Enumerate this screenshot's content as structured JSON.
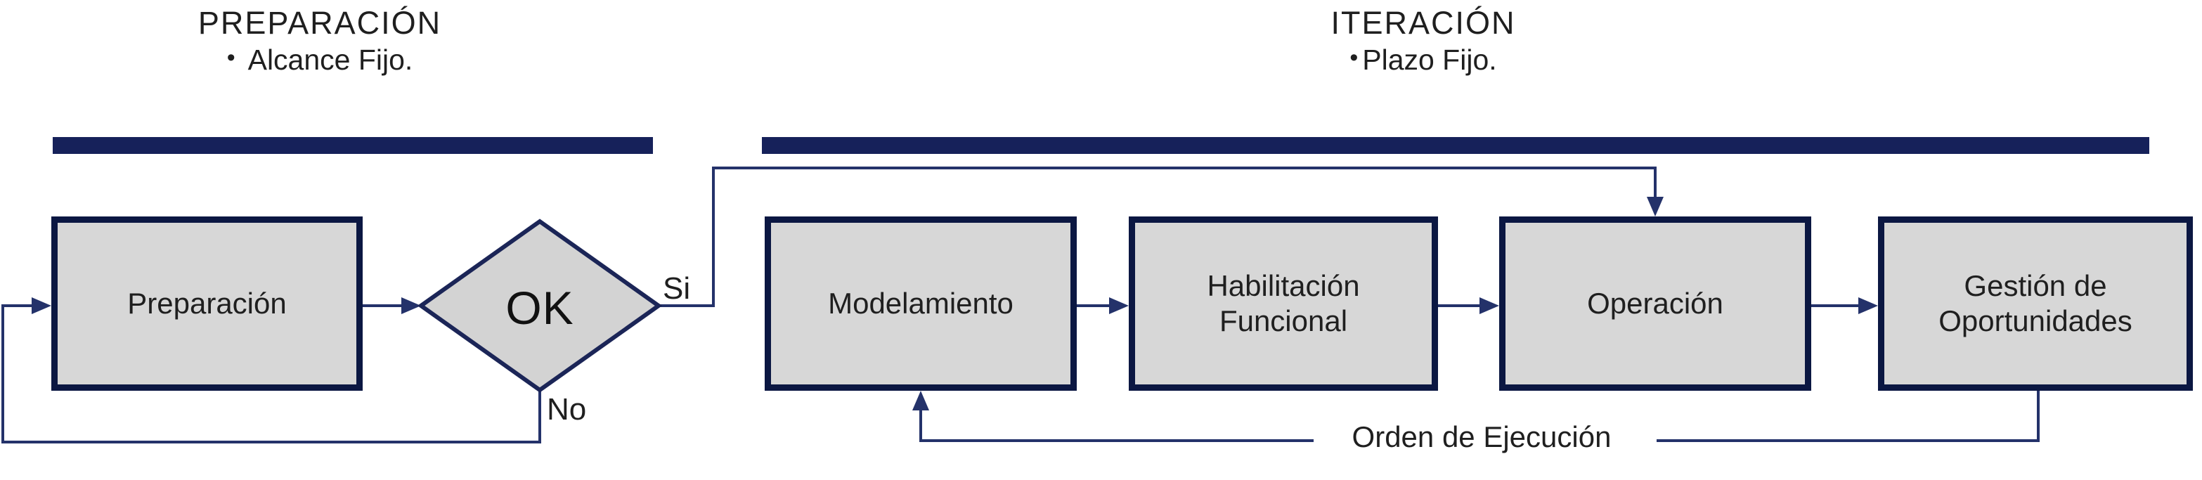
{
  "diagram": {
    "kind": "flowchart",
    "sections": [
      {
        "title": "PREPARACIÓN",
        "bullet_text": "Alcance Fijo."
      },
      {
        "title": "ITERACIÓN",
        "bullet_text": "Plazo Fijo."
      }
    ],
    "nodes": [
      {
        "id": "preparacion",
        "label": "Preparación"
      },
      {
        "id": "modelamiento",
        "label": "Modelamiento"
      },
      {
        "id": "habilitacion",
        "label": "Habilitación Funcional"
      },
      {
        "id": "operacion",
        "label": "Operación"
      },
      {
        "id": "gestion",
        "label": "Gestión de Oportunidades"
      }
    ],
    "decision": {
      "label": "OK",
      "yes_label": "Si",
      "no_label": "No"
    },
    "feedback_label": "Orden de Ejecución",
    "glyphs": {
      "bullet": "•"
    },
    "colors": {
      "bar_navy": "#16215A",
      "box_border_navy": "#0B1742",
      "diamond_border_navy": "#1B2557",
      "connector_navy": "#24326A",
      "box_fill_gray": "#D7D7D7",
      "diamond_fill_gray": "#D3D3D3",
      "text": "#1F1F1F"
    }
  }
}
